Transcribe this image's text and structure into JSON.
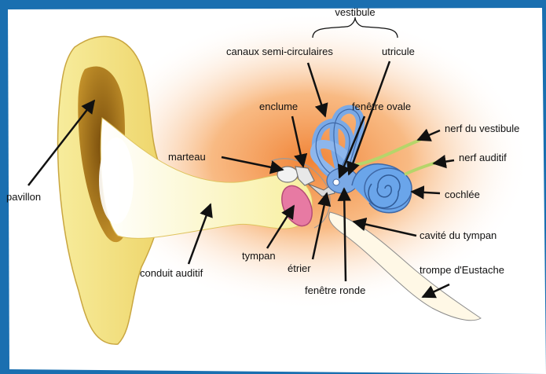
{
  "colors": {
    "frame_blue": "#1a6fb0",
    "panel": "#ffffff",
    "glow_orange": "#f39a4a",
    "skin_yellow": "#f4e58c",
    "skin_brown": "#a8731d",
    "bone_blue": "#7aa9e6",
    "cochlea_blue": "#6aa5ea",
    "eardrum_pink": "#e77aa3",
    "nerve_green": "#b6d56a"
  },
  "labels": {
    "vestibule": "vestibule",
    "canaux": "canaux semi-circulaires",
    "utricule": "utricule",
    "enclume": "enclume",
    "fenetre_ovale": "fenêtre ovale",
    "nerf_vestibule": "nerf du vestibule",
    "nerf_auditif": "nerf auditif",
    "marteau": "marteau",
    "cochlee": "cochlée",
    "pavillon": "pavillon",
    "cavite": "cavité du tympan",
    "tympan": "tympan",
    "trompe": "trompe d'Eustache",
    "conduit": "conduit auditif",
    "etrier": "étrier",
    "fenetre_ronde": "fenêtre ronde"
  }
}
